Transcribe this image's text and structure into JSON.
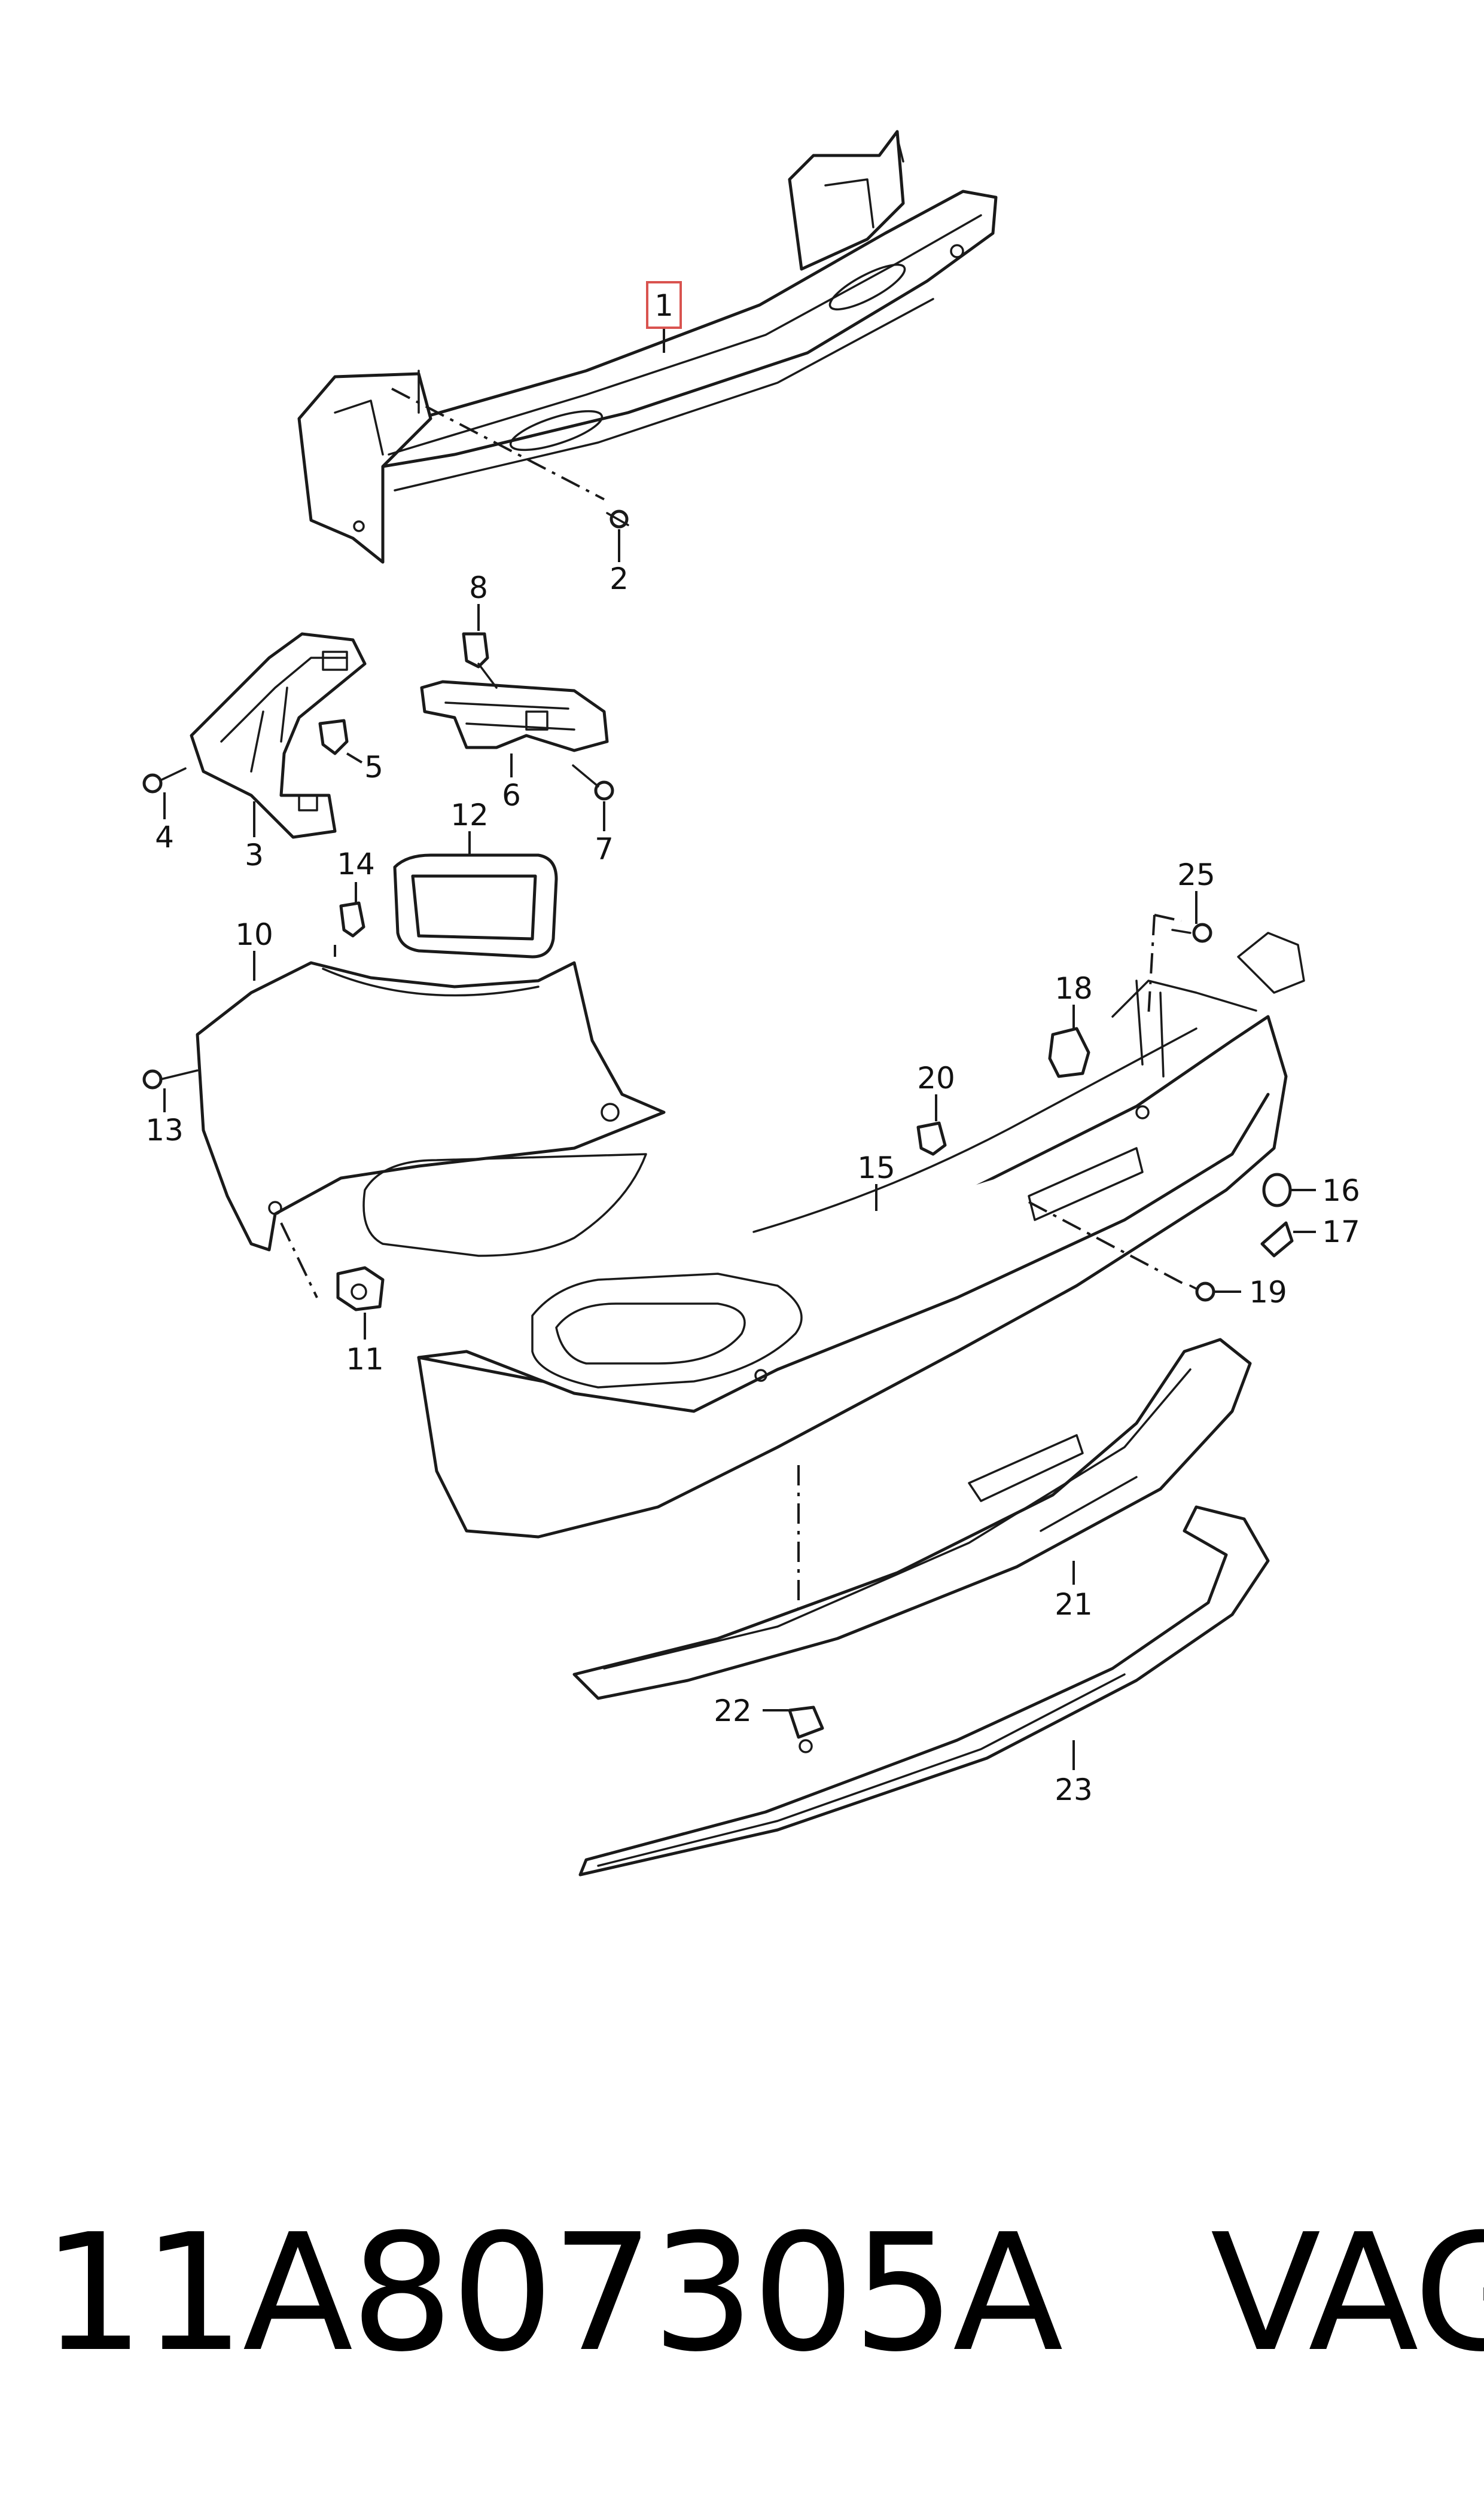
{
  "diagram": {
    "callouts": [
      {
        "id": "1",
        "label": "1",
        "highlighted": true
      },
      {
        "id": "2",
        "label": "2"
      },
      {
        "id": "3",
        "label": "3"
      },
      {
        "id": "4",
        "label": "4"
      },
      {
        "id": "5",
        "label": "5"
      },
      {
        "id": "6",
        "label": "6"
      },
      {
        "id": "7",
        "label": "7"
      },
      {
        "id": "8",
        "label": "8"
      },
      {
        "id": "10",
        "label": "10"
      },
      {
        "id": "11",
        "label": "11"
      },
      {
        "id": "12",
        "label": "12"
      },
      {
        "id": "13",
        "label": "13"
      },
      {
        "id": "14",
        "label": "14"
      },
      {
        "id": "15",
        "label": "15"
      },
      {
        "id": "16",
        "label": "16"
      },
      {
        "id": "17",
        "label": "17"
      },
      {
        "id": "18",
        "label": "18"
      },
      {
        "id": "19",
        "label": "19"
      },
      {
        "id": "20",
        "label": "20"
      },
      {
        "id": "21",
        "label": "21"
      },
      {
        "id": "22",
        "label": "22"
      },
      {
        "id": "23",
        "label": "23"
      },
      {
        "id": "25",
        "label": "25"
      }
    ],
    "highlight_color": "#d9534f",
    "line_color": "#1a1a1a"
  },
  "footer": {
    "part_number": "11A807305A",
    "brand": "VAG"
  }
}
